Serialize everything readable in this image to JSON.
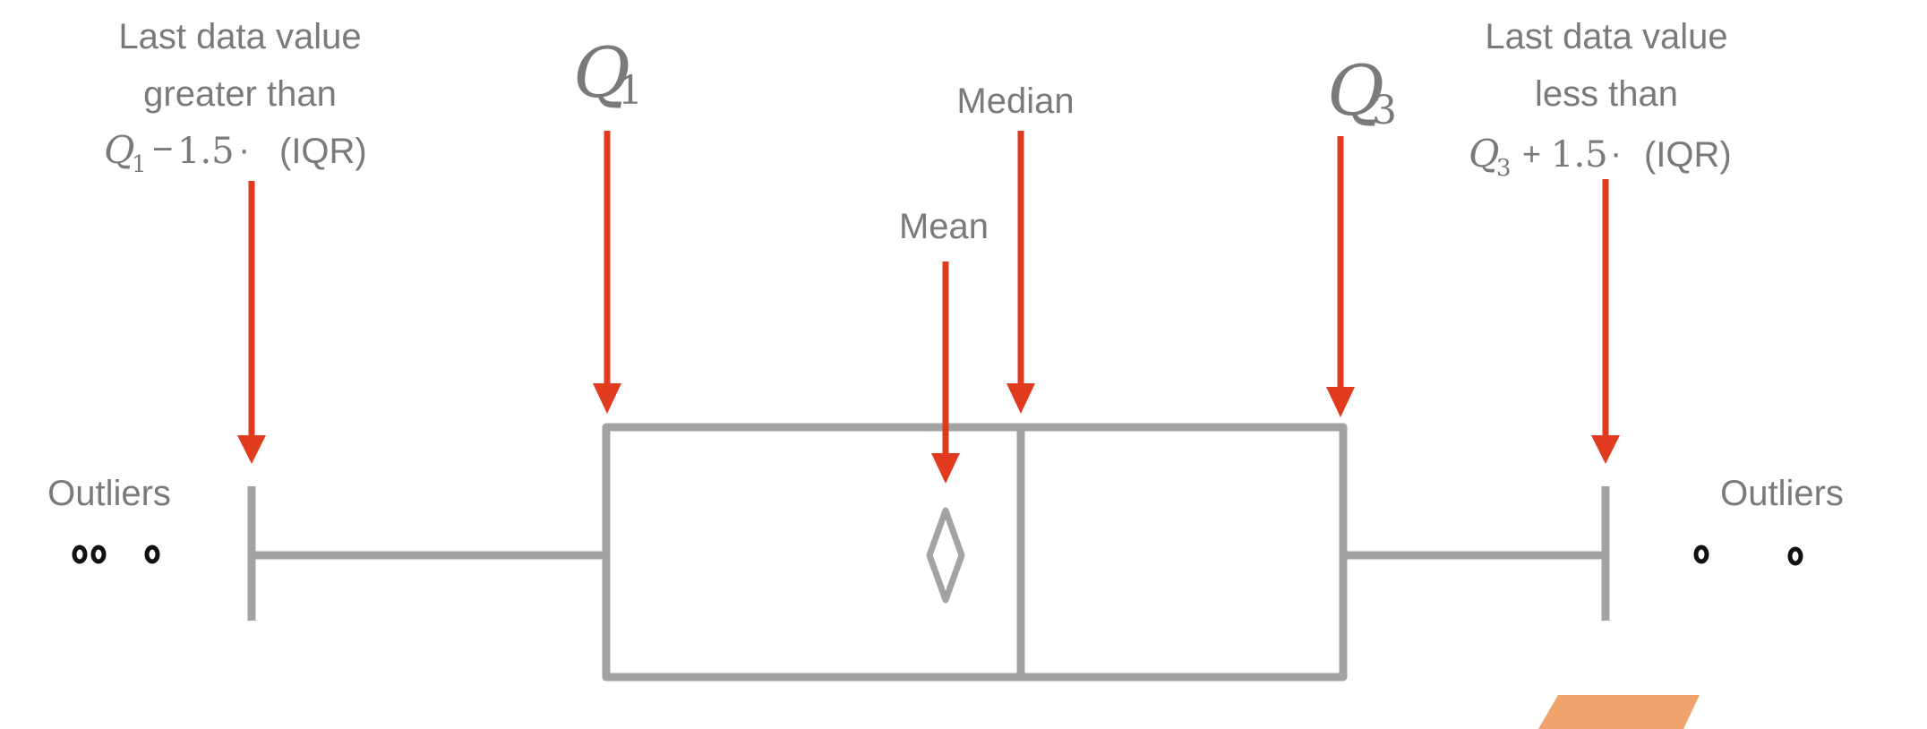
{
  "labels": {
    "left_whisker_line1": "Last data value",
    "left_whisker_line2": "greater than",
    "left_whisker_q": "Q",
    "left_whisker_q_sub": "1",
    "left_whisker_minus": "−",
    "left_whisker_num": "1.5",
    "left_whisker_dot": "·",
    "left_whisker_iqr": "(IQR)",
    "q1": "Q",
    "q1_sub": "1",
    "median": "Median",
    "mean": "Mean",
    "q3": "Q",
    "q3_sub": "3",
    "right_whisker_line1": "Last data value",
    "right_whisker_line2": "less than",
    "right_whisker_q": "Q",
    "right_whisker_q_sub": "3",
    "right_whisker_plus": "+",
    "right_whisker_num": "1.5",
    "right_whisker_dot": "·",
    "right_whisker_iqr": "(IQR)",
    "outliers_left": "Outliers",
    "outliers_right": "Outliers"
  },
  "colors": {
    "arrow": "#e03a1f",
    "box": "#a3a3a3",
    "label": "#7a7a7a",
    "outlier": "#111111",
    "corner_decoration": "#f0a36c"
  }
}
